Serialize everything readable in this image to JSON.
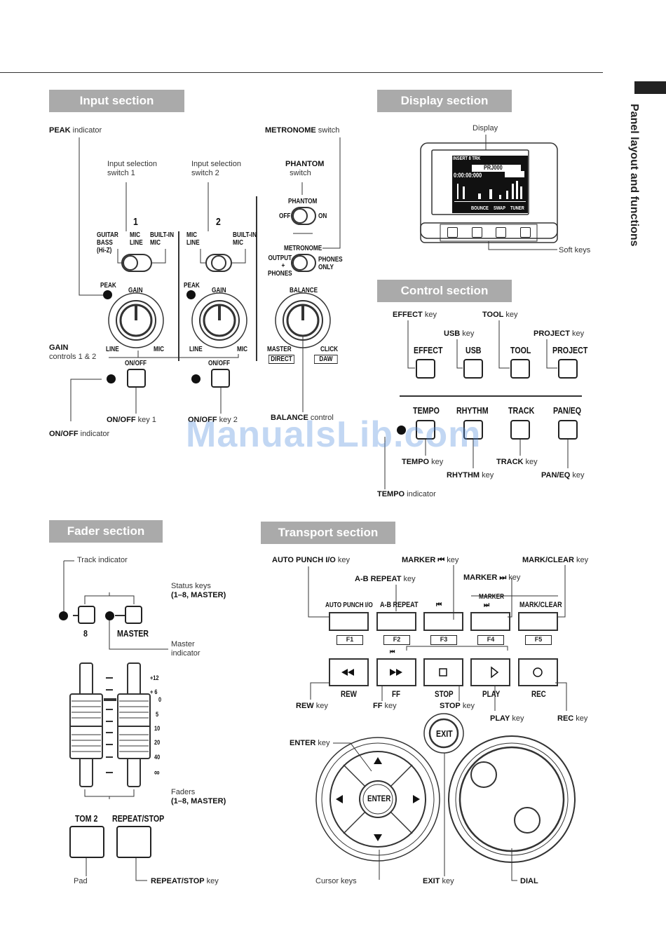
{
  "page": {
    "side_title": "Panel layout and functions",
    "watermark": "ManualsLib.com"
  },
  "sections": {
    "input": "Input section",
    "display": "Display section",
    "control": "Control section",
    "fader": "Fader section",
    "transport": "Transport section"
  },
  "input": {
    "peak_indicator": {
      "bold": "PEAK",
      "rest": " indicator"
    },
    "metronome_switch": {
      "bold": "METRONOME",
      "rest": " switch"
    },
    "input_sel_1": [
      "Input selection",
      "switch 1"
    ],
    "input_sel_2": [
      "Input selection",
      "switch 2"
    ],
    "phantom_switch": {
      "bold": "PHANTOM",
      "rest": "switch"
    },
    "gain_controls": {
      "bold": "GAIN",
      "rest": "controls 1 & 2"
    },
    "onoff_key1": {
      "bold": "ON/OFF",
      "rest": " key 1"
    },
    "onoff_key2": {
      "bold": "ON/OFF",
      "rest": " key 2"
    },
    "onoff_indicator": {
      "bold": "ON/OFF",
      "rest": " indicator"
    },
    "balance_control": {
      "bold": "BALANCE",
      "rest": " control"
    },
    "panel": {
      "ch1": "1",
      "ch2": "2",
      "guitar_bass": [
        "GUITAR",
        "BASS",
        "(Hi-Z)"
      ],
      "mic_line": [
        "MIC",
        "LINE"
      ],
      "builtin_mic": [
        "BUILT-IN",
        "MIC"
      ],
      "phantom": "PHANTOM",
      "off": "OFF",
      "on": "ON",
      "metronome": "METRONOME",
      "output_phones": [
        "OUTPUT",
        "+",
        "PHONES"
      ],
      "phones_only": [
        "PHONES",
        "ONLY"
      ],
      "peak": "PEAK",
      "gain": "GAIN",
      "line": "LINE",
      "mic": "MIC",
      "balance": "BALANCE",
      "master": "MASTER",
      "click": "CLICK",
      "direct": "DIRECT",
      "daw": "DAW",
      "onoff": "ON/OFF"
    }
  },
  "display": {
    "label": "Display",
    "soft_keys": "Soft keys",
    "screen": {
      "top_left": "INSERT 8 TRK",
      "project": "PRJ000",
      "time": "0:00:00:000",
      "bottom": [
        "BOUNCE",
        "SWAP",
        "TUNER"
      ]
    }
  },
  "control": {
    "effect_key": {
      "bold": "EFFECT",
      "rest": " key"
    },
    "usb_key": {
      "bold": "USB",
      "rest": " key"
    },
    "tool_key": {
      "bold": "TOOL",
      "rest": " key"
    },
    "project_key": {
      "bold": "PROJECT",
      "rest": " key"
    },
    "tempo_key": {
      "bold": "TEMPO",
      "rest": " key"
    },
    "rhythm_key": {
      "bold": "RHYTHM",
      "rest": " key"
    },
    "track_key": {
      "bold": "TRACK",
      "rest": " key"
    },
    "paneq_key": {
      "bold": "PAN/EQ",
      "rest": " key"
    },
    "tempo_indicator": {
      "bold": "TEMPO",
      "rest": " indicator"
    },
    "panel": {
      "effect": "EFFECT",
      "usb": "USB",
      "tool": "TOOL",
      "project": "PROJECT",
      "tempo": "TEMPO",
      "rhythm": "RHYTHM",
      "track": "TRACK",
      "paneq": "PAN/EQ"
    }
  },
  "fader": {
    "track_indicator": "Track indicator",
    "status_keys": [
      "Status keys",
      "(1–8, MASTER)"
    ],
    "master_indicator": [
      "Master",
      "indicator"
    ],
    "faders": [
      "Faders",
      "(1–8, MASTER)"
    ],
    "pad": "Pad",
    "repeat_stop_key": {
      "bold": "REPEAT/STOP",
      "rest": " key"
    },
    "panel": {
      "eight": "8",
      "master": "MASTER",
      "tom2": "TOM 2",
      "repeat_stop": "REPEAT/STOP",
      "scale": [
        "+12",
        "+ 6",
        "0",
        "5",
        "10",
        "20",
        "40",
        "∞"
      ]
    }
  },
  "transport": {
    "auto_punch_key": {
      "bold": "AUTO PUNCH I/O",
      "rest": " key"
    },
    "ab_repeat_key": {
      "bold": "A-B REPEAT",
      "rest": " key"
    },
    "marker_prev_key": {
      "bold": "MARKER ⏮",
      "rest": " key"
    },
    "marker_next_key": {
      "bold": "MARKER ⏭",
      "rest": " key"
    },
    "mark_clear_key": {
      "bold": "MARK/CLEAR",
      "rest": " key"
    },
    "rew_key": {
      "bold": "REW",
      "rest": " key"
    },
    "ff_key": {
      "bold": "FF",
      "rest": " key"
    },
    "stop_key": {
      "bold": "STOP",
      "rest": " key"
    },
    "play_key": {
      "bold": "PLAY",
      "rest": " key"
    },
    "rec_key": {
      "bold": "REC",
      "rest": " key"
    },
    "enter_key": {
      "bold": "ENTER",
      "rest": " key"
    },
    "cursor_keys": "Cursor keys",
    "exit_key": {
      "bold": "EXIT",
      "rest": " key"
    },
    "dial": "DIAL",
    "panel": {
      "auto_punch": "AUTO PUNCH I/O",
      "ab_repeat": "A-B REPEAT",
      "marker": "MARKER",
      "mark_clear": "MARK/CLEAR",
      "f_keys": [
        "F1",
        "F2",
        "F3",
        "F4",
        "F5"
      ],
      "rew": "REW",
      "ff": "FF",
      "stop": "STOP",
      "play": "PLAY",
      "rec": "REC",
      "exit": "EXIT",
      "enter": "ENTER"
    }
  }
}
